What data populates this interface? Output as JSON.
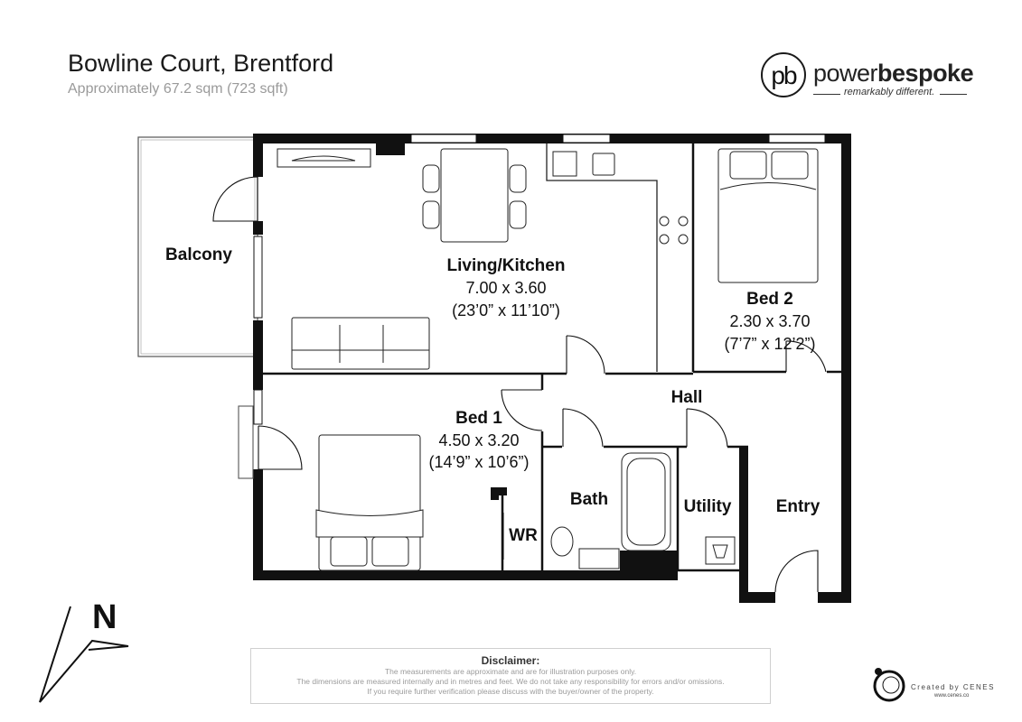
{
  "header": {
    "title": "Bowline Court, Brentford",
    "subtitle": "Approximately 67.2 sqm (723 sqft)"
  },
  "brand": {
    "monogram": "pb",
    "name_light": "power",
    "name_bold": "bespoke",
    "tagline": "remarkably different."
  },
  "rooms": {
    "balcony": {
      "name": "Balcony"
    },
    "living": {
      "name": "Living/Kitchen",
      "metric": "7.00 x 3.60",
      "imperial": "(23’0” x 11’10”)"
    },
    "bed2": {
      "name": "Bed 2",
      "metric": "2.30 x 3.70",
      "imperial": "(7’7” x 12’2”)"
    },
    "hall": {
      "name": "Hall"
    },
    "bed1": {
      "name": "Bed 1",
      "metric": "4.50 x 3.20",
      "imperial": "(14’9” x 10’6”)"
    },
    "bath": {
      "name": "Bath"
    },
    "utility": {
      "name": "Utility"
    },
    "entry": {
      "name": "Entry"
    },
    "wr": {
      "name": "WR"
    }
  },
  "compass": {
    "label": "N"
  },
  "disclaimer": {
    "title": "Disclaimer:",
    "lines": [
      "The measurements are approximate and are for illustration purposes only.",
      "The dimensions are measured internally and in metres and feet. We do not take any responsibility for errors and/or omissions.",
      "If you require further verification please discuss with the buyer/owner of the property."
    ]
  },
  "credit": {
    "text": "Created by CENES",
    "url": "www.cenes.co"
  },
  "colors": {
    "wall": "#111111",
    "text": "#111111",
    "muted": "#9a9a9a"
  }
}
